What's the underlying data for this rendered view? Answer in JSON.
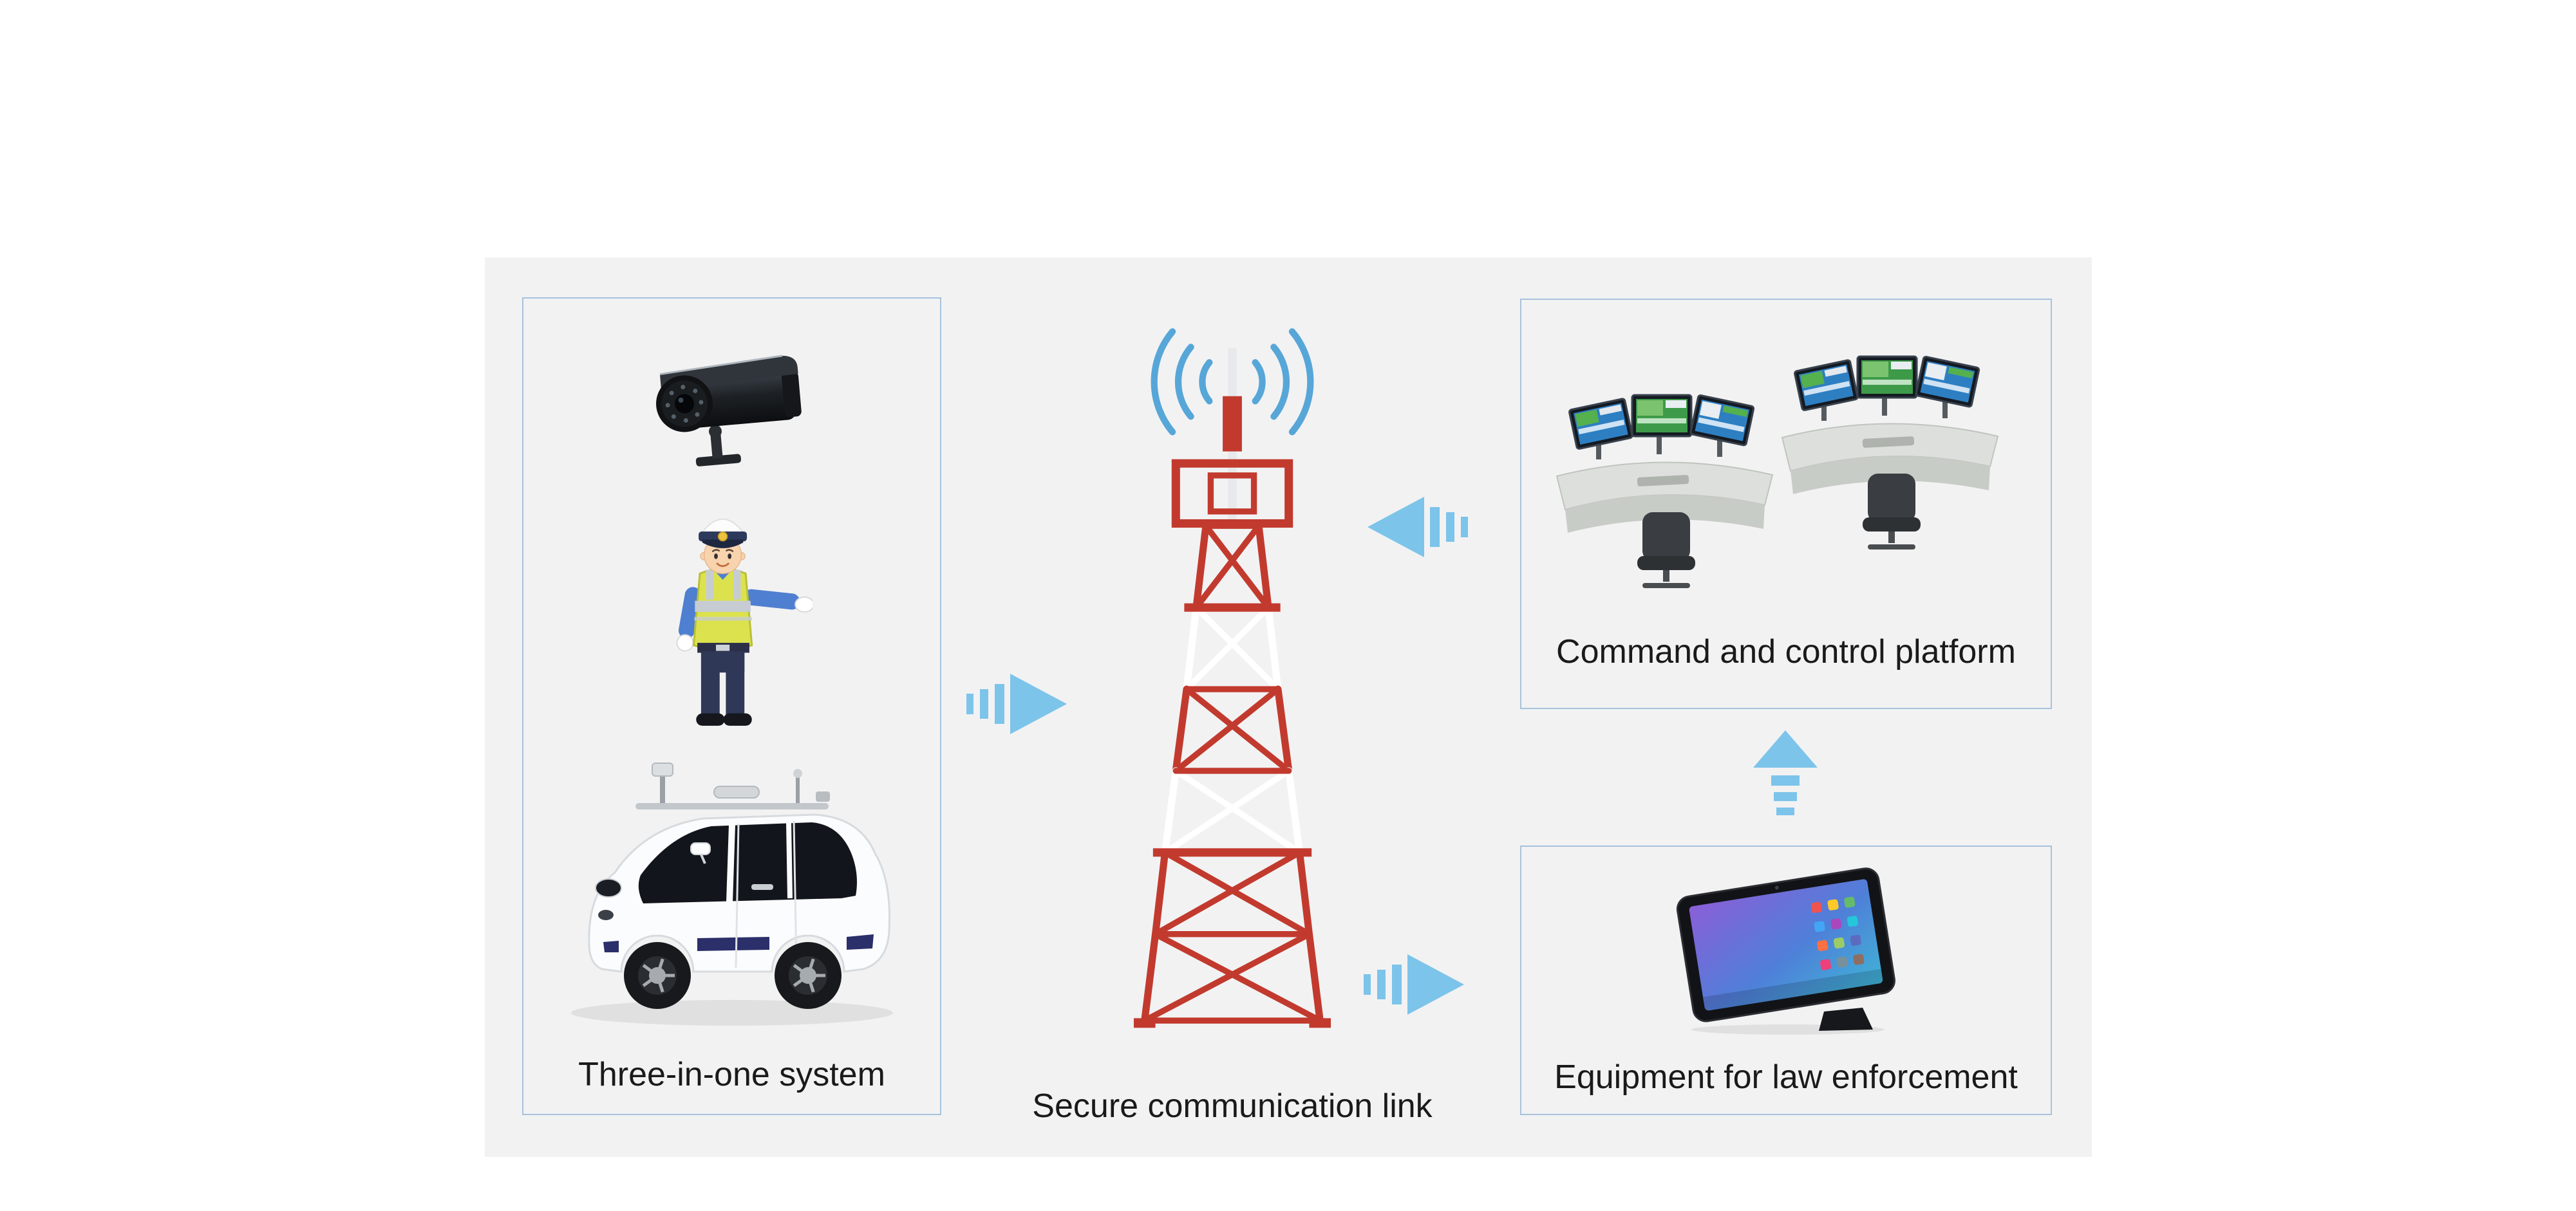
{
  "diagram": {
    "nodes": {
      "three_in_one": {
        "label": "Three-in-one system",
        "components": [
          "surveillance-camera-icon",
          "traffic-police-officer-icon",
          "patrol-vehicle-icon"
        ]
      },
      "secure_link": {
        "label": "Secure communication link",
        "components": [
          "radio-tower-icon",
          "signal-waves-icon"
        ]
      },
      "command_platform": {
        "label": "Command and control platform",
        "components": [
          "control-room-icon"
        ]
      },
      "law_enforcement": {
        "label": "Equipment for law enforcement",
        "components": [
          "tablet-icon"
        ]
      }
    },
    "flows": [
      {
        "from": "three_in_one",
        "to": "secure_link",
        "arrow_direction": "right"
      },
      {
        "from": "command_platform",
        "to": "secure_link",
        "arrow_direction": "left"
      },
      {
        "from": "secure_link",
        "to": "law_enforcement",
        "arrow_direction": "right"
      },
      {
        "from": "law_enforcement",
        "to": "command_platform",
        "arrow_direction": "up"
      }
    ],
    "colors": {
      "page_background": "#ffffff",
      "panel_background": "#f2f2f3",
      "box_border": "#a7c2dc",
      "arrow_blue": "#7cc4ea",
      "tower_red": "#c23a2e",
      "signal_wave_blue": "#57a6d8",
      "label_text": "#1a1a1a"
    }
  }
}
